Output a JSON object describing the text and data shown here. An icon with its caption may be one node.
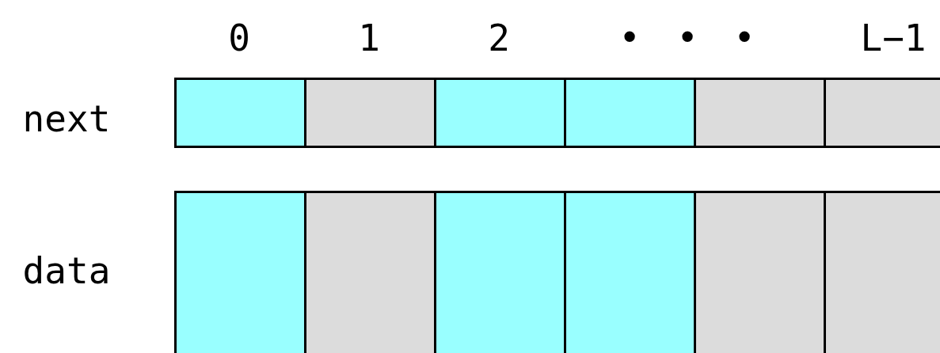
{
  "diagram": {
    "nodes": [
      {
        "text": [],
        "shape": "box"
      },
      {
        "text": [],
        "shape": "box"
      },
      {
        "text": [],
        "shape": "box"
      },
      {
        "text": [],
        "shape": "box"
      },
      {
        "text": [],
        "shape": "box"
      },
      {
        "text": [],
        "shape": "box"
      },
      {
        "text": [],
        "shape": "box"
      },
      {
        "text": [],
        "shape": "box"
      },
      {
        "text": [],
        "shape": "box"
      },
      {
        "text": [],
        "shape": "box"
      },
      {
        "text": [],
        "shape": "box"
      },
      {
        "text": [],
        "shape": "box"
      }
    ],
    "labels": [
      "0",
      "1",
      "2",
      "•",
      "•",
      "•",
      "L−1",
      "next",
      "data"
    ]
  }
}
